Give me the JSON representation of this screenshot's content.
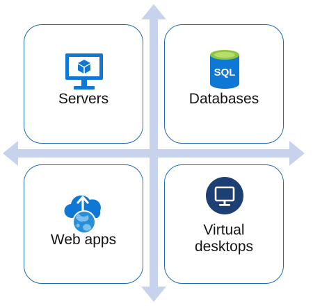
{
  "colors": {
    "arrow": "#c7d3ec",
    "card_border": "#1a6ab8",
    "azure_blue": "#0f78d4",
    "db_top": "#8fc53f",
    "desktop_circle": "#1d3f74"
  },
  "quadrants": [
    {
      "label": "Servers",
      "icon": "monitor-cube-icon"
    },
    {
      "label": "Databases",
      "icon": "sql-database-icon"
    },
    {
      "label": "Web apps",
      "icon": "cloud-globe-icon"
    },
    {
      "label": "Virtual\ndesktops",
      "icon": "desktop-circle-icon"
    }
  ],
  "database_icon_text": "SQL"
}
